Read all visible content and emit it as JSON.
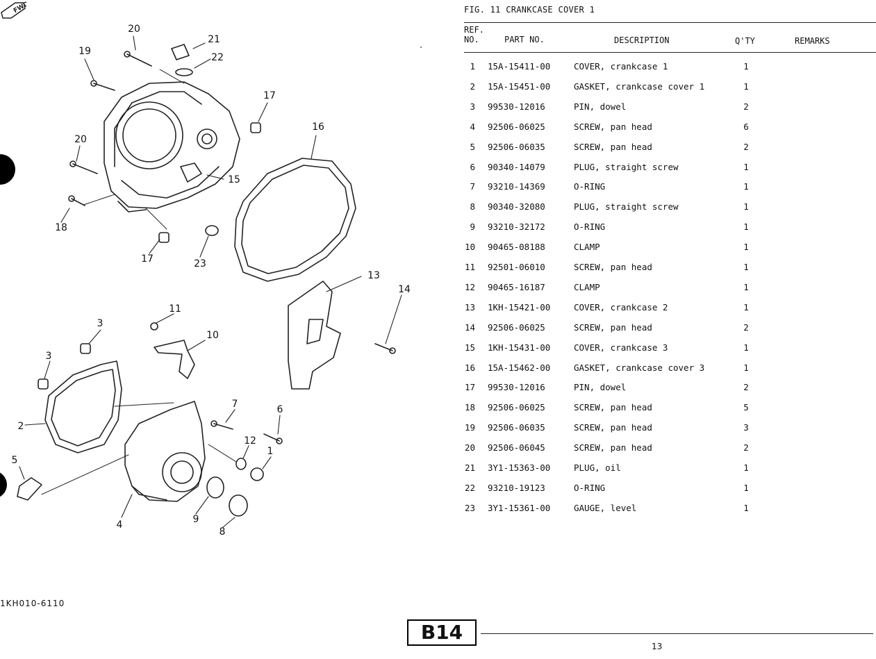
{
  "figure": {
    "title": "FIG. 11  CRANKCASE COVER 1",
    "code": "1KH010-6110",
    "fwd_label": "FWD"
  },
  "table": {
    "headers": {
      "ref_line1": "REF.",
      "ref_line2": "NO.",
      "part_no": "PART NO.",
      "description": "DESCRIPTION",
      "qty": "Q'TY",
      "remarks": "REMARKS"
    },
    "rows": [
      {
        "ref": "1",
        "part_no": "15A-15411-00",
        "description": "COVER, crankcase 1",
        "qty": "1"
      },
      {
        "ref": "2",
        "part_no": "15A-15451-00",
        "description": "GASKET, crankcase cover 1",
        "qty": "1"
      },
      {
        "ref": "3",
        "part_no": "99530-12016",
        "description": "PIN, dowel",
        "qty": "2"
      },
      {
        "ref": "4",
        "part_no": "92506-06025",
        "description": "SCREW, pan head",
        "qty": "6"
      },
      {
        "ref": "5",
        "part_no": "92506-06035",
        "description": "SCREW, pan head",
        "qty": "2"
      },
      {
        "ref": "6",
        "part_no": "90340-14079",
        "description": "PLUG, straight screw",
        "qty": "1"
      },
      {
        "ref": "7",
        "part_no": "93210-14369",
        "description": "O-RING",
        "qty": "1"
      },
      {
        "ref": "8",
        "part_no": "90340-32080",
        "description": "PLUG, straight screw",
        "qty": "1"
      },
      {
        "ref": "9",
        "part_no": "93210-32172",
        "description": "O-RING",
        "qty": "1"
      },
      {
        "ref": "10",
        "part_no": "90465-08188",
        "description": "CLAMP",
        "qty": "1"
      },
      {
        "ref": "11",
        "part_no": "92501-06010",
        "description": "SCREW, pan head",
        "qty": "1"
      },
      {
        "ref": "12",
        "part_no": "90465-16187",
        "description": "CLAMP",
        "qty": "1"
      },
      {
        "ref": "13",
        "part_no": "1KH-15421-00",
        "description": "COVER, crankcase 2",
        "qty": "1"
      },
      {
        "ref": "14",
        "part_no": "92506-06025",
        "description": "SCREW, pan head",
        "qty": "2"
      },
      {
        "ref": "15",
        "part_no": "1KH-15431-00",
        "description": "COVER, crankcase 3",
        "qty": "1"
      },
      {
        "ref": "16",
        "part_no": "15A-15462-00",
        "description": "GASKET, crankcase cover 3",
        "qty": "1"
      },
      {
        "ref": "17",
        "part_no": "99530-12016",
        "description": "PIN, dowel",
        "qty": "2"
      },
      {
        "ref": "18",
        "part_no": "92506-06025",
        "description": "SCREW, pan head",
        "qty": "5"
      },
      {
        "ref": "19",
        "part_no": "92506-06035",
        "description": "SCREW, pan head",
        "qty": "3"
      },
      {
        "ref": "20",
        "part_no": "92506-06045",
        "description": "SCREW, pan head",
        "qty": "2"
      },
      {
        "ref": "21",
        "part_no": "3Y1-15363-00",
        "description": "PLUG, oil",
        "qty": "1"
      },
      {
        "ref": "22",
        "part_no": "93210-19123",
        "description": "O-RING",
        "qty": "1"
      },
      {
        "ref": "23",
        "part_no": "3Y1-15361-00",
        "description": "GAUGE, level",
        "qty": "1"
      }
    ]
  },
  "callouts": [
    "20",
    "21",
    "22",
    "19",
    "17",
    "16",
    "20",
    "15",
    "18",
    "17",
    "23",
    "13",
    "14",
    "11",
    "3",
    "10",
    "3",
    "2",
    "5",
    "4",
    "7",
    "6",
    "12",
    "1",
    "9",
    "8"
  ],
  "page": {
    "section_code": "B14",
    "number": "13"
  }
}
